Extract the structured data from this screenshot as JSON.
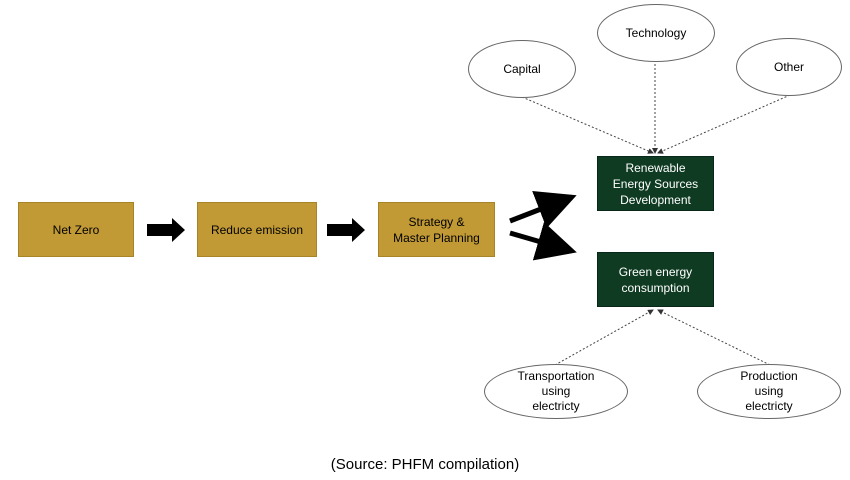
{
  "nodes": {
    "net_zero": "Net Zero",
    "reduce_emission": "Reduce emission",
    "strategy": "Strategy &\nMaster Planning",
    "renewable": "Renewable\nEnergy Sources\nDevelopment",
    "green_consumption": "Green energy\nconsumption"
  },
  "factors": {
    "capital": "Capital",
    "technology": "Technology",
    "other": "Other",
    "transportation": "Transportation\nusing\nelectricty",
    "production": "Production\nusing\nelectricty"
  },
  "source": "(Source: PHFM compilation)",
  "colors": {
    "gold": "#c19a35",
    "dark_green": "#0f3b22"
  }
}
